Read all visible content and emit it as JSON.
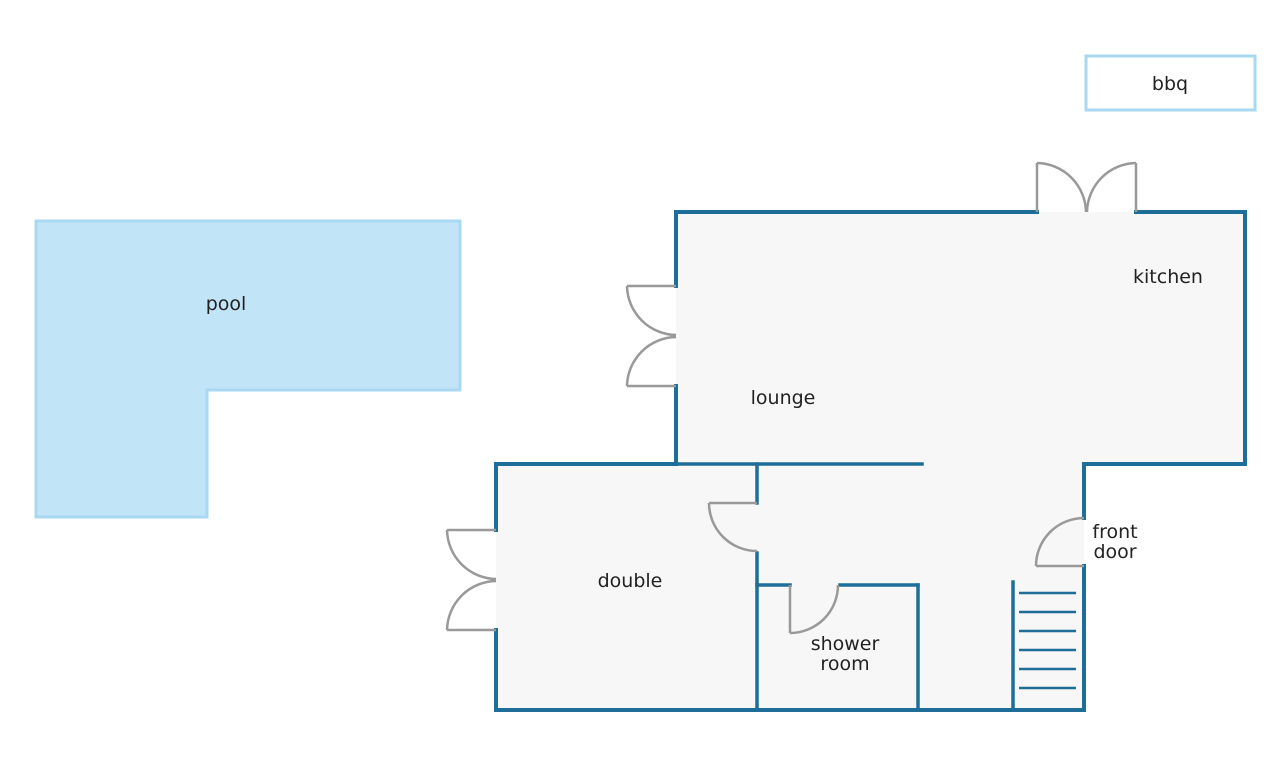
{
  "colors": {
    "wall": "#1f6e99",
    "floor": "#f7f7f7",
    "pool_fill": "#c2e4f7",
    "pool_stroke": "#a8d8f2",
    "door": "#999999",
    "bbq_stroke": "#a8d8f2",
    "stairs": "#1f6e99",
    "text": "#222222"
  },
  "labels": {
    "pool": "pool",
    "bbq": "bbq",
    "kitchen": "kitchen",
    "lounge": "lounge",
    "double": "double",
    "shower_room": [
      "shower",
      "room"
    ],
    "front_door": [
      "front",
      "door"
    ]
  }
}
